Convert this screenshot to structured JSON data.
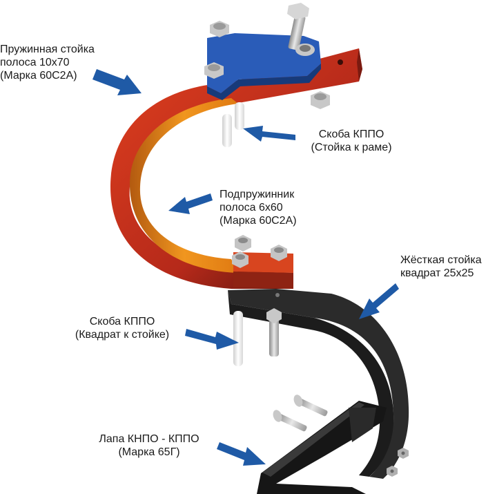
{
  "labels": {
    "spring_post": [
      "Пружинная стойка",
      "полоса 10х70",
      "(Марка 60С2А)"
    ],
    "bracket_frame": [
      "Скоба КППО",
      "(Стойка к раме)"
    ],
    "spring_helper": [
      "Подпружинник",
      "полоса 6х60",
      "(Марка 60С2А)"
    ],
    "rigid_post": [
      "Жёсткая стойка",
      "квадрат 25х25"
    ],
    "bracket_square": [
      "Скоба КППО",
      "(Квадрат к стойке)"
    ],
    "paw": [
      "Лапа КНПО - КППО",
      "(Марка 65Г)"
    ]
  },
  "colors": {
    "spring_post": "#c0301a",
    "spring_helper": "#e58a1a",
    "clamp_plate": "#2a5cb8",
    "rigid_post": "#1c1c1c",
    "arrow": "#1f5aa6",
    "bolt": "#b8b8b8"
  }
}
